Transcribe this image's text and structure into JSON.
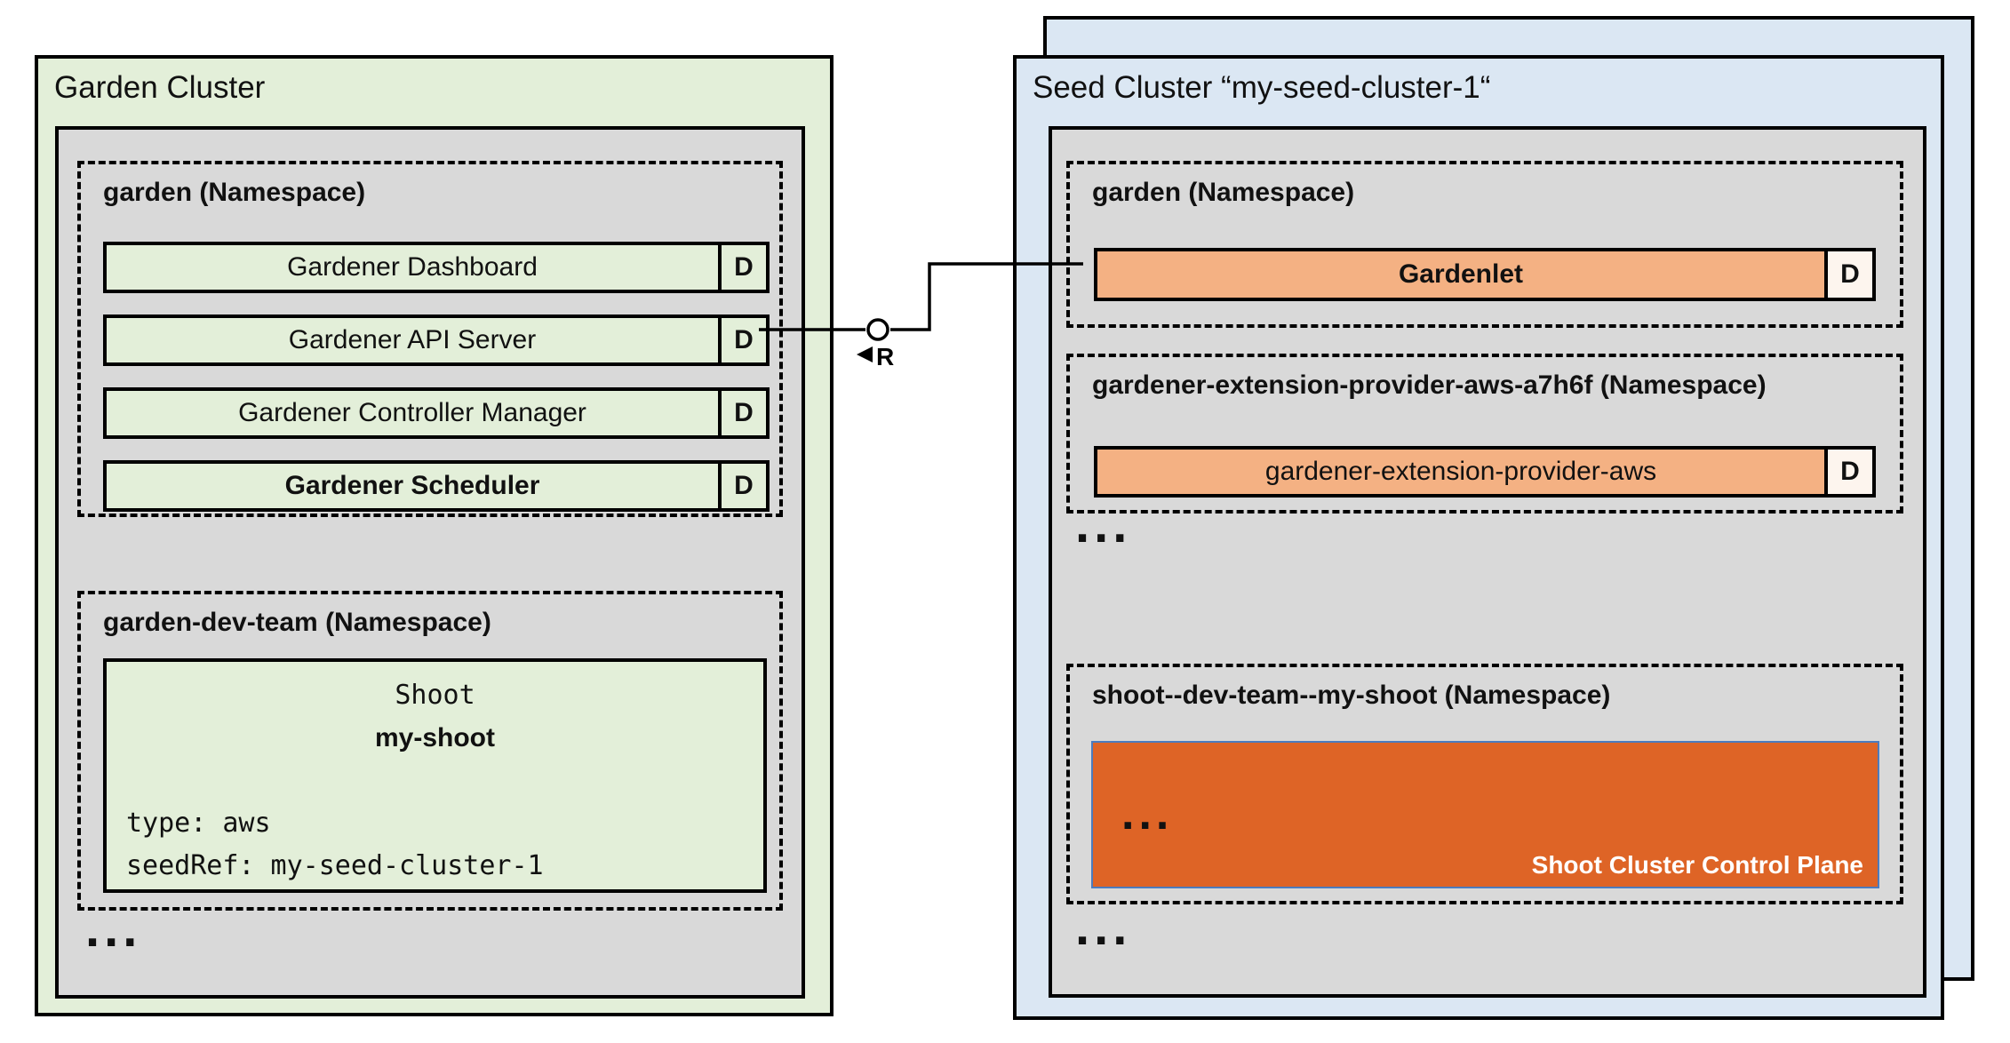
{
  "garden_cluster": {
    "title": "Garden Cluster",
    "garden_namespace": {
      "label": "garden (Namespace)",
      "components": [
        {
          "label": "Gardener Dashboard",
          "badge": "D"
        },
        {
          "label": "Gardener API Server",
          "badge": "D"
        },
        {
          "label": "Gardener Controller Manager",
          "badge": "D"
        },
        {
          "label": "Gardener Scheduler",
          "badge": "D"
        }
      ]
    },
    "dev_namespace": {
      "label": "garden-dev-team (Namespace)",
      "shoot": {
        "kind": "Shoot",
        "name": "my-shoot",
        "spec_lines": [
          "type: aws",
          "seedRef: my-seed-cluster-1"
        ]
      }
    },
    "ellipsis": "..."
  },
  "seed_cluster": {
    "title": "Seed Cluster “my-seed-cluster-1“",
    "garden_namespace": {
      "label": "garden (Namespace)",
      "component": {
        "label": "Gardenlet",
        "badge": "D"
      }
    },
    "extension_namespace": {
      "label": "gardener-extension-provider-aws-a7h6f (Namespace)",
      "component": {
        "label": "gardener-extension-provider-aws",
        "badge": "D"
      }
    },
    "ellipsis_mid": "...",
    "shoot_namespace": {
      "label": "shoot--dev-team--my-shoot (Namespace)",
      "control_plane": {
        "ellipsis": "...",
        "caption": "Shoot Cluster Control Plane"
      }
    },
    "ellipsis_bottom": "..."
  },
  "connector": {
    "label": "R"
  },
  "colors": {
    "garden_green": "#e3efd9",
    "panel_gray": "#d9d9d9",
    "seed_blue": "#dbe7f3",
    "component_orange": "#f4b183",
    "control_plane_orange": "#de6426"
  }
}
